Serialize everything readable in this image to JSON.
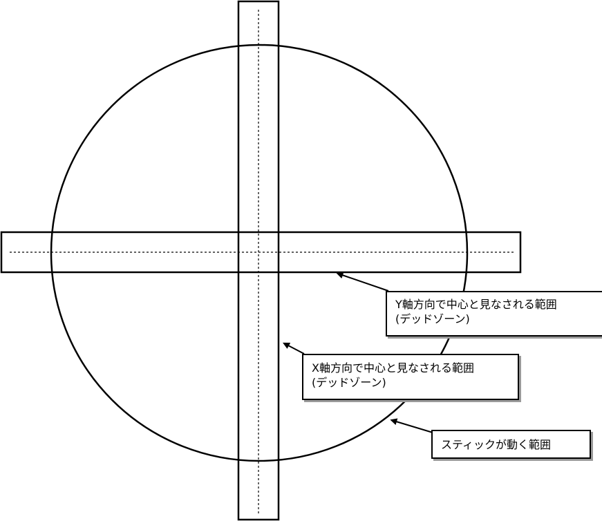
{
  "diagram": {
    "labels": {
      "y_deadzone": {
        "line1": "Y軸方向で中心と見なされる範囲",
        "line2": "(デッドゾーン)"
      },
      "x_deadzone": {
        "line1": "X軸方向で中心と見なされる範囲",
        "line2": "(デッドゾーン)"
      },
      "stick_range": {
        "line1": "スティックが動く範囲"
      }
    },
    "colors": {
      "stroke": "#000000",
      "background": "#ffffff",
      "shadow": "#9a9a9a"
    }
  }
}
